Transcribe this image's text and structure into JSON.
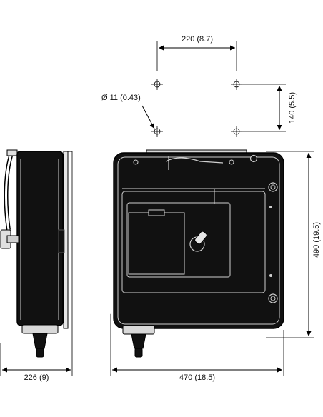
{
  "dimensions": {
    "hole_spacing": "220 (8.7)",
    "hole_pitch_vertical": "140 (5.5)",
    "hole_diameter": "Ø 11 (0.43)",
    "height": "490 (19.5)",
    "width": "470 (18.5)",
    "depth": "226 (9)"
  },
  "colors": {
    "housing": "#111111",
    "line": "#000000",
    "highlight": "#cfcfcf",
    "metal": "#d9d9d9"
  }
}
